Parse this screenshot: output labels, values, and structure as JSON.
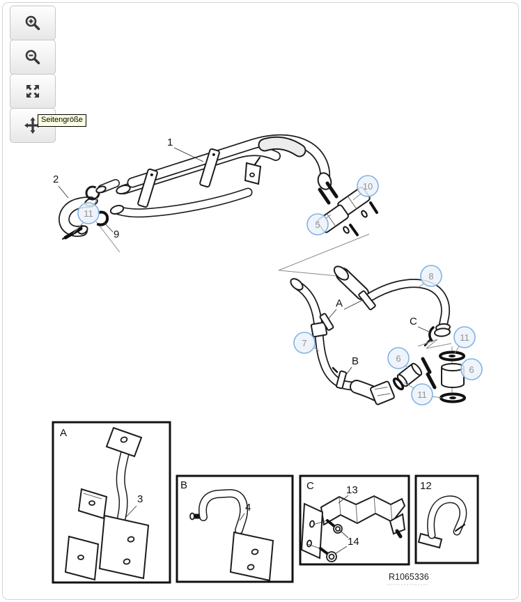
{
  "toolbar": {
    "tooltip": "Seitengröße",
    "buttons": [
      {
        "name": "zoom-in",
        "icon": "magnifier-plus-icon"
      },
      {
        "name": "zoom-out",
        "icon": "magnifier-minus-icon"
      },
      {
        "name": "fit-screen",
        "icon": "expand-arrows-icon"
      },
      {
        "name": "pan",
        "icon": "move-cross-icon"
      }
    ]
  },
  "diagram": {
    "ref_code": "R1065336",
    "part_labels": {
      "part1": "1",
      "part2": "2",
      "part9": "9",
      "part3": "3",
      "part4": "4",
      "part13": "13",
      "part14": "14"
    },
    "clamp_letters": {
      "a": "A",
      "b": "B",
      "c": "C"
    },
    "circled_callouts": {
      "c11_top": "11",
      "c5": "5",
      "c10": "10",
      "c8": "8",
      "c7": "7",
      "c6_mid": "6",
      "c6_right": "6",
      "c11_right": "11",
      "c11_bottom": "11"
    },
    "detail_boxes": {
      "a": "A",
      "b": "B",
      "c": "C",
      "d": "12"
    },
    "colors": {
      "callout_ring": "#7fb3e6",
      "callout_fill": "#ecf2fa",
      "callout_text": "#8f9398",
      "line_art": "#1c1c1c",
      "tooltip_bg": "#ffffe1"
    }
  }
}
